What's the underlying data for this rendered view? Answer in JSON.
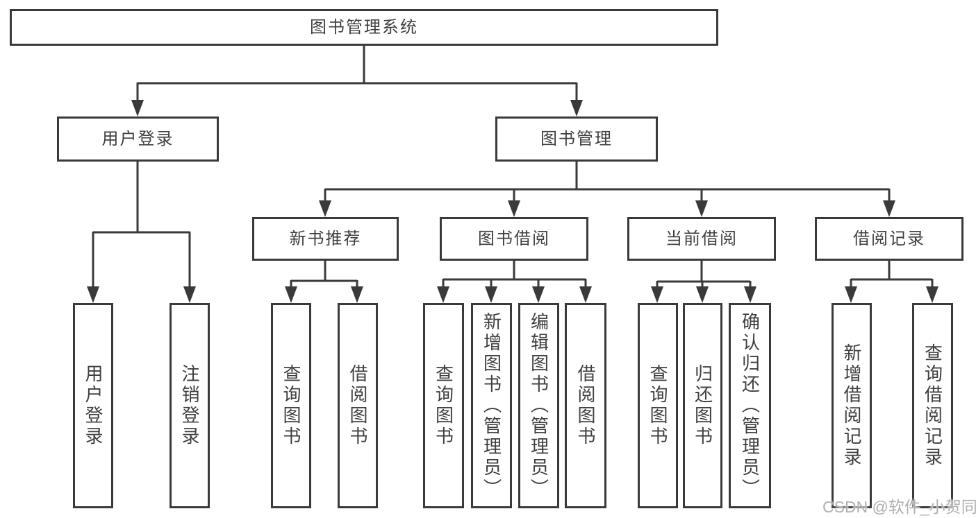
{
  "colors": {
    "line": "#3a3a3a",
    "node_border": "#3a3a3a",
    "text": "#3f3f3f",
    "background": "#ffffff",
    "watermark": "#b0b0b0"
  },
  "nodes": {
    "root": "图书管理系统",
    "user_login": "用户登录",
    "book_mgmt": "图书管理",
    "new_books": "新书推荐",
    "book_borrow": "图书借阅",
    "current_borrow": "当前借阅",
    "borrow_records": "借阅记录",
    "leaves": {
      "login": [
        "用户登录",
        "注销登录"
      ],
      "new_books": [
        "查询图书",
        "借阅图书"
      ],
      "book_borrow": [
        "查询图书",
        "新增图书（管理员）",
        "编辑图书（管理员）",
        "借阅图书"
      ],
      "current_borrow": [
        "查询图书",
        "归还图书",
        "确认归还（管理员）"
      ],
      "borrow_records": [
        "新增借阅记录",
        "查询借阅记录"
      ]
    }
  },
  "watermark": "CSDN @软件_小贺同学"
}
